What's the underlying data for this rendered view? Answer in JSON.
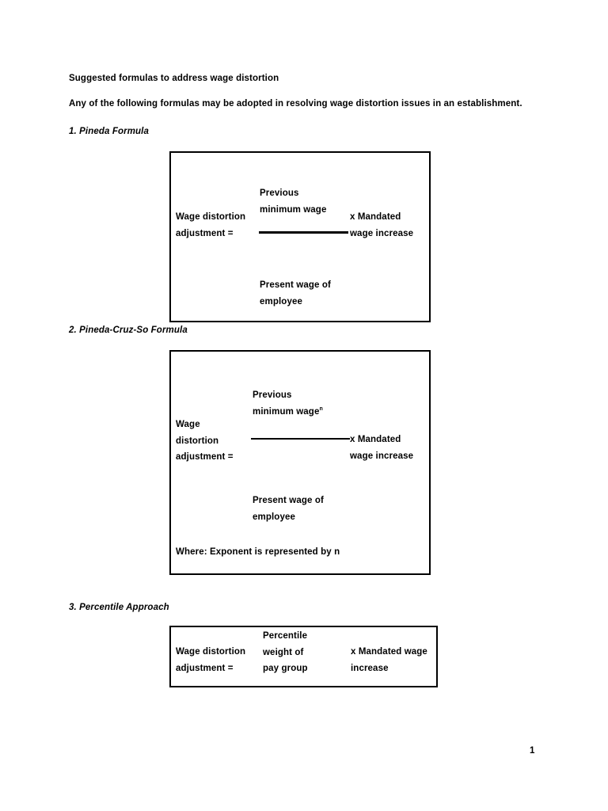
{
  "document": {
    "title": "Suggested formulas to address wage distortion",
    "intro": "Any of the following formulas may be adopted in resolving wage distortion issues in an establishment.",
    "page_number": "1"
  },
  "sections": [
    {
      "label": "1. Pineda Formula",
      "formula": {
        "lhs_line1": "Wage distortion",
        "lhs_line2": "adjustment =",
        "numerator_line1": "Previous",
        "numerator_line2": "minimum wage",
        "denominator_line1": "Present wage of",
        "denominator_line2": "employee",
        "rhs_line1": "x Mandated",
        "rhs_line2": "wage increase"
      }
    },
    {
      "label": "2. Pineda-Cruz-So Formula",
      "formula": {
        "lhs_line1": "Wage",
        "lhs_line2": "distortion",
        "lhs_line3": "adjustment =",
        "numerator_line1": "Previous",
        "numerator_line2": "minimum wage",
        "numerator_exponent": "n",
        "denominator_line1": "Present wage of",
        "denominator_line2": "employee",
        "rhs_line1": "x Mandated",
        "rhs_line2": "wage increase",
        "note": "Where: Exponent is represented by n"
      }
    },
    {
      "label": "3. Percentile Approach",
      "formula": {
        "lhs_line1": "Wage distortion",
        "lhs_line2": "adjustment =",
        "mid_line1": "Percentile",
        "mid_line2": "weight of",
        "mid_line3": "pay group",
        "rhs_line1": "x Mandated wage",
        "rhs_line2": "increase"
      }
    }
  ],
  "colors": {
    "page_background": "#ffffff",
    "text": "#000000",
    "box_border": "#000000"
  }
}
